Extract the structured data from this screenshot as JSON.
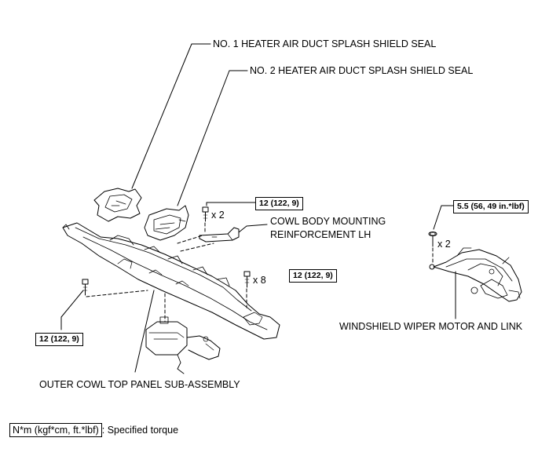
{
  "labels": {
    "shield_seal_1": "NO. 1 HEATER AIR DUCT SPLASH SHIELD SEAL",
    "shield_seal_2": "NO. 2 HEATER AIR DUCT SPLASH SHIELD SEAL",
    "reinforcement_line1": "COWL BODY MOUNTING",
    "reinforcement_line2": "REINFORCEMENT LH",
    "wiper_motor": "WINDSHIELD WIPER MOTOR AND LINK",
    "cowl_panel": "OUTER COWL TOP PANEL SUB-ASSEMBLY"
  },
  "torques": {
    "reinforcement_bolt": "12 (122, 9)",
    "cowl_bolts": "12 (122, 9)",
    "left_bolt": "12 (122, 9)",
    "wiper_bolt": "5.5 (56, 49 in.*lbf)"
  },
  "quantities": {
    "reinforcement": "x 2",
    "cowl": "x 8",
    "wiper": "x 2"
  },
  "legend": {
    "unit": "N*m (kgf*cm, ft.*lbf)",
    "description": ": Specified torque"
  }
}
